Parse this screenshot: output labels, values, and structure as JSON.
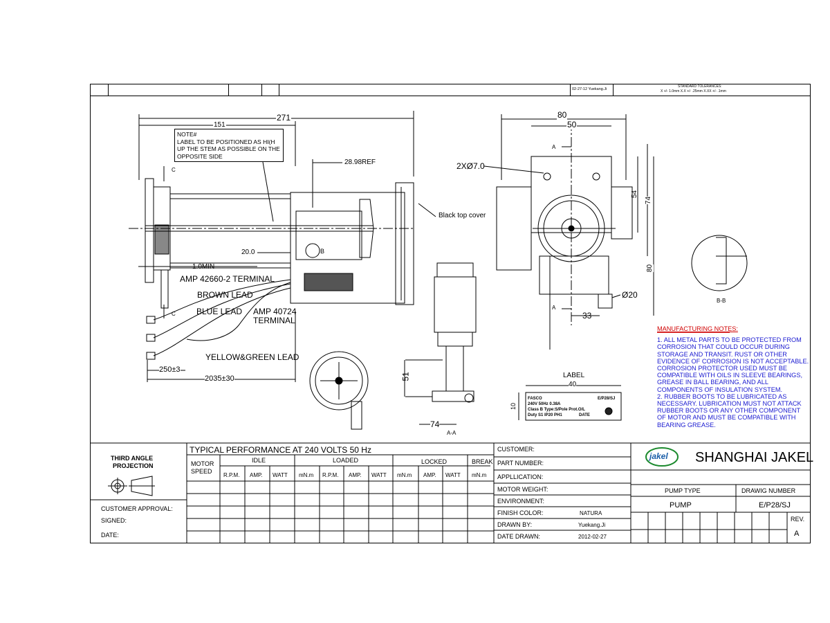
{
  "header": {
    "date_author": "02-27-12  Yuekang.Ji",
    "tolerances_title": "STANDARD TOLERANCES:",
    "tolerances_values": "X +/- 1.0mm     X.X +/- .25mm     X.XX +/- .1mm"
  },
  "dims": {
    "d271": "271",
    "d151": "151",
    "c_top": "C",
    "c_bottom": "C",
    "ref": "28.98REF",
    "d20": "20.0",
    "b": "B",
    "min": "1.0MIN",
    "d250": "250±3",
    "d2035": "2035±30",
    "d80_top": "80",
    "d50": "50",
    "hole": "2XØ7.0",
    "d54": "54",
    "d74_v": "74",
    "d80_v": "80",
    "d33": "33",
    "dia20": "Ø20",
    "a_top": "A",
    "a_bottom": "A",
    "d51": "51",
    "d74_h": "74",
    "aa": "A-A",
    "bb": "B-B"
  },
  "callouts": {
    "note_title": "NOTE#",
    "note_text": "LABEL TO BE POSITIONED AS HI(H UP THE STEM AS POSSIBLE ON THE OPPOSITE SIDE",
    "amp1": "AMP 42660-2 TERMINAL",
    "brown": "BROWN LEAD",
    "blue": "BLUE LEAD",
    "amp2_line1": "AMP 40724",
    "amp2_line2": "TERMINAL",
    "yellow": "YELLOW&GREEN LEAD",
    "black_cover": "Black top cover"
  },
  "label_block": {
    "title": "LABEL",
    "width": "40",
    "height": "10",
    "brand": "FASCO",
    "model": "E/P28/SJ",
    "line2": "240V  50Hz  0.38A",
    "line3": "Class B Type:S/Pole Prot.O/L",
    "line4": "Duty S1 IP20 PH1",
    "date": "DATE"
  },
  "notes": {
    "heading": "MANUFACTURING NOTES:",
    "n1": "1.  ALL METAL PARTS TO BE PROTECTED FROM CORROSION THAT COULD OCCUR DURING STORAGE AND TRANSIT.  RUST OR OTHER EVIDENCE OF CORROSION IS NOT ACCEPTABLE. CORROSION PROTECTOR USED MUST BE COMPATIBLE WITH OILS IN SLEEVE BEARINGS, GREASE IN BALL BEARING, AND ALL COMPONENTS OF INSULATION SYSTEM.",
    "n2": "2.  RUBBER BOOTS TO BE LUBRICATED AS NECESSARY.  LUBRICATION MUST NOT ATTACK RUBBER BOOTS OR ANY OTHER COMPONENT OF MOTOR AND MUST BE COMPATIBLE WITH BEARING GREASE."
  },
  "title_block": {
    "projection_line1": "THIRD ANGLE",
    "projection_line2": "PROJECTION",
    "customer_approval": "CUSTOMER APPROVAL:",
    "signed": "SIGNED:",
    "date": "DATE:",
    "perf_title": "TYPICAL PERFORMANCE AT 240 VOLTS 50 Hz",
    "motor": "MOTOR",
    "speed": "SPEED",
    "idle": "IDLE",
    "loaded": "LOADED",
    "locked": "LOCKED",
    "break": "BREAK",
    "cols": [
      "R.P.M.",
      "AMP.",
      "WATT",
      "mN.m",
      "R.P.M.",
      "AMP.",
      "WATT",
      "mN.m",
      "AMP.",
      "WATT",
      "mN.m"
    ],
    "customer": "CUSTOMER:",
    "part_number": "PART NUMBER:",
    "application": "APPLLICATION:",
    "motor_weight": "MOTOR WEIGHT:",
    "environment": "ENVIRONMENT:",
    "finish_color": "FINISH COLOR:",
    "finish_value": "NATURA",
    "drawn_by": "DRAWN BY:",
    "drawn_value": "Yuekang.Ji",
    "date_drawn": "DATE DRAWN:",
    "date_value": "2012-02-27",
    "logo_text": "jakel",
    "company": "SHANGHAI JAKEL",
    "pump_type": "PUMP TYPE",
    "drawing_number": "DRAWIG NUMBER",
    "pump": "PUMP",
    "dwg_no": "E/P28/SJ",
    "rev": "REV.",
    "rev_value": "A"
  }
}
